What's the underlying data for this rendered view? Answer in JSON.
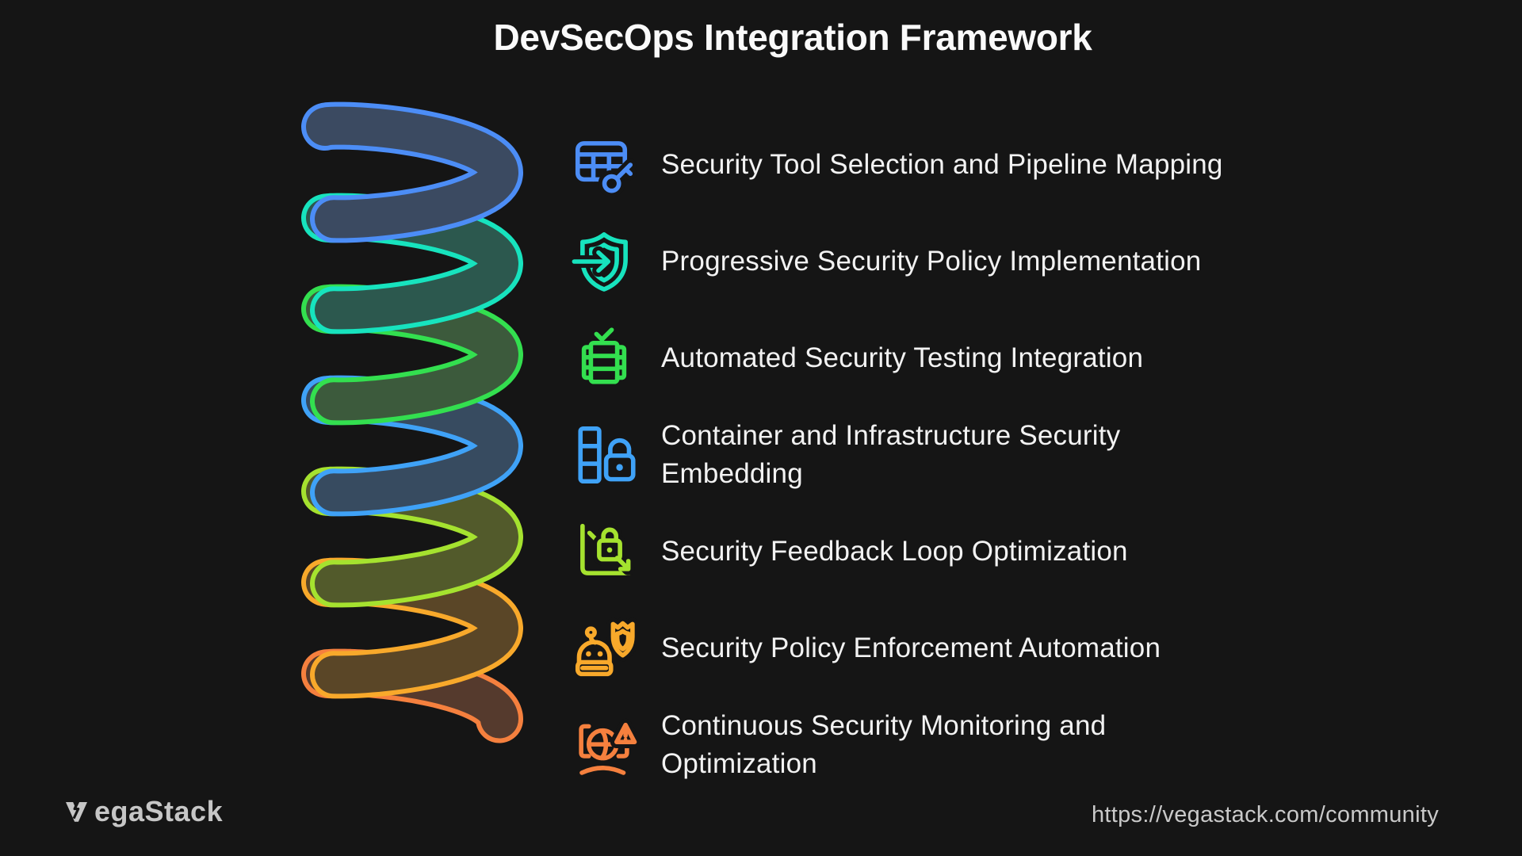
{
  "title": "DevSecOps Integration Framework",
  "items": [
    {
      "label": "Security Tool Selection and Pipeline Mapping",
      "icon": "table-key-icon",
      "color": "#4C8DF6"
    },
    {
      "label": "Progressive Security Policy Implementation",
      "icon": "shield-arrow-icon",
      "color": "#17E3BE"
    },
    {
      "label": "Automated Security Testing Integration",
      "icon": "server-check-icon",
      "color": "#33DF4F"
    },
    {
      "label": "Container and Infrastructure Security Embedding",
      "icon": "container-lock-icon",
      "color": "#3FA2F7"
    },
    {
      "label": "Security Feedback Loop Optimization",
      "icon": "chart-lock-icon",
      "color": "#A5E22F"
    },
    {
      "label": "Security Policy Enforcement Automation",
      "icon": "bot-shield-icon",
      "color": "#F8A92B"
    },
    {
      "label": "Continuous Security Monitoring and Optimization",
      "icon": "monitor-alert-icon",
      "color": "#F5803E"
    }
  ],
  "spiral": {
    "turns": [
      {
        "outline": "#4C8DF6",
        "fill": "#3B4A61"
      },
      {
        "outline": "#17E3BE",
        "fill": "#2C584E"
      },
      {
        "outline": "#33DF4F",
        "fill": "#3C5A3C"
      },
      {
        "outline": "#3FA2F7",
        "fill": "#374B60"
      },
      {
        "outline": "#A5E22F",
        "fill": "#525A2B"
      },
      {
        "outline": "#F8A92B",
        "fill": "#5A4627"
      },
      {
        "outline": "#F5803E",
        "fill": "#553A2D"
      }
    ]
  },
  "footer": {
    "brand": "VegaStack",
    "brand_rest": "egaStack",
    "url": "https://vegastack.com/community"
  },
  "colors": {
    "background": "#151515",
    "text": "#F2F2F2",
    "muted": "#C6C6C6"
  }
}
